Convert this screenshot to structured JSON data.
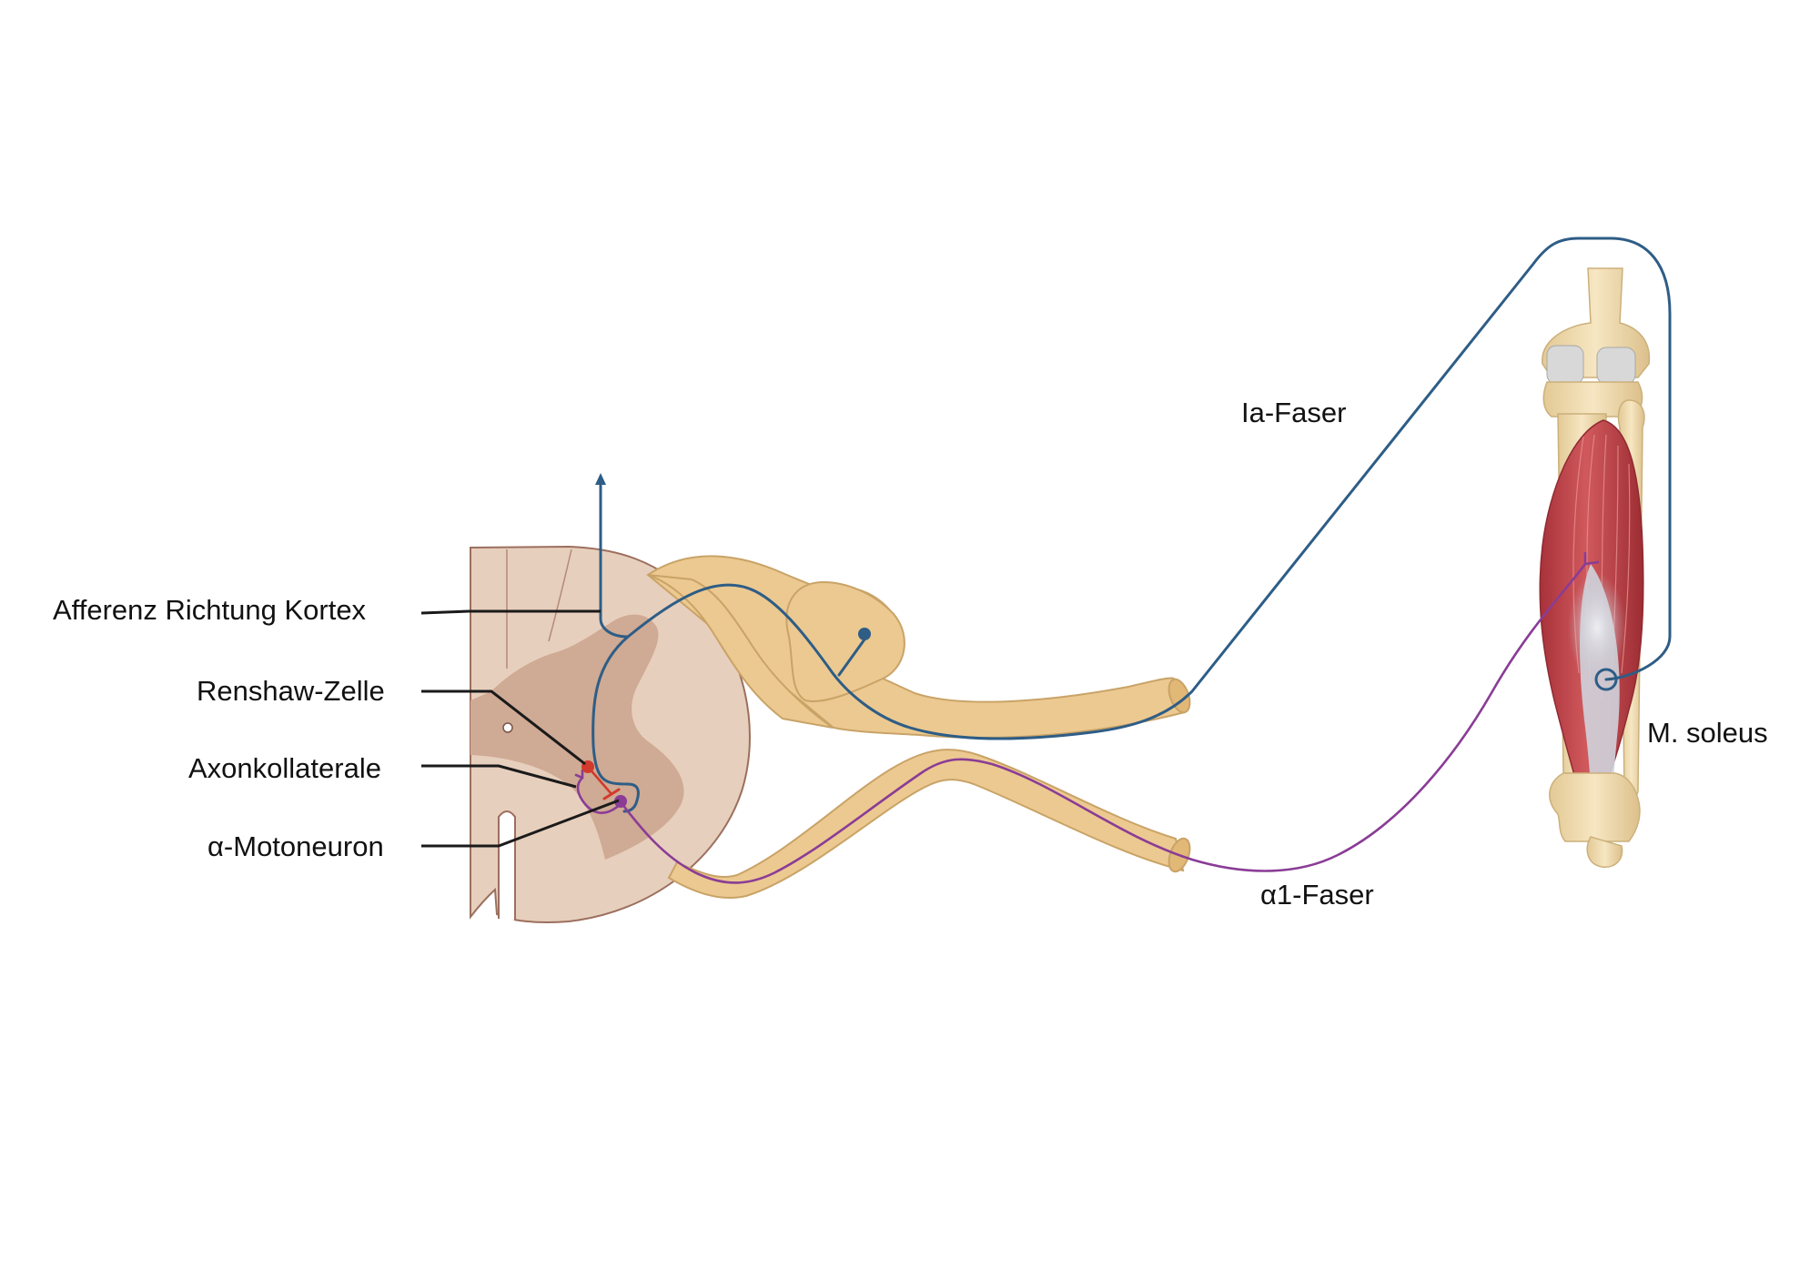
{
  "labels": {
    "afferenz": "Afferenz Richtung Kortex",
    "renshaw": "Renshaw-Zelle",
    "axonkollaterale": "Axonkollaterale",
    "motoneuron": "α-Motoneuron",
    "ia_faser": "Ia-Faser",
    "alpha_faser": "α1-Faser",
    "soleus": "M. soleus"
  },
  "colors": {
    "ia_fiber": "#2e5d86",
    "alpha_fiber": "#8a3c96",
    "renshaw": "#d23a2c",
    "nerve": "#ecc990",
    "nerve_outline": "#c9a367",
    "spinal_white_matter": "#e7cfbd",
    "spinal_grey_matter": "#cfaa94",
    "spinal_outline": "#9c6f5e",
    "muscle": "#c4484d",
    "tendon": "#cfd3dc",
    "bone": "#eed9ae",
    "leader_line": "#1a1a1a"
  },
  "icons": {
    "ascending_arrow": "arrow-up-icon"
  }
}
